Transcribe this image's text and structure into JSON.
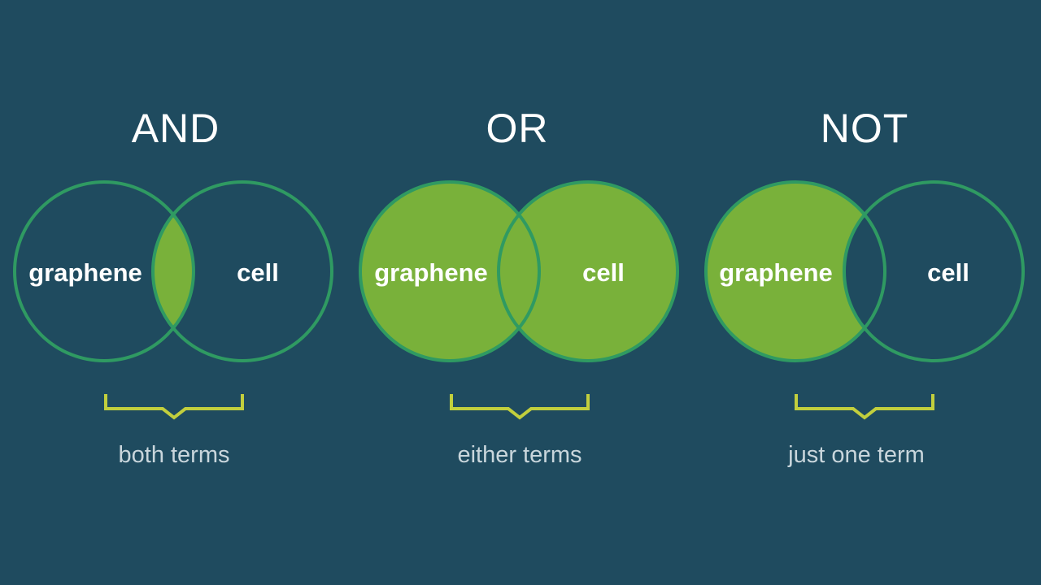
{
  "colors": {
    "background": "#1f4b5f",
    "circle_outline": "#2f9a62",
    "fill_green": "#79b13a",
    "bracket": "#c2cf3d",
    "title_text": "#ffffff",
    "caption_text": "#c9d6dc"
  },
  "panels": [
    {
      "title": "AND",
      "left_term": "graphene",
      "right_term": "cell",
      "caption": "both terms",
      "highlighted_region": "intersection"
    },
    {
      "title": "OR",
      "left_term": "graphene",
      "right_term": "cell",
      "caption": "either terms",
      "highlighted_region": "union"
    },
    {
      "title": "NOT",
      "left_term": "graphene",
      "right_term": "cell",
      "caption": "just one term",
      "highlighted_region": "left-only"
    }
  ]
}
